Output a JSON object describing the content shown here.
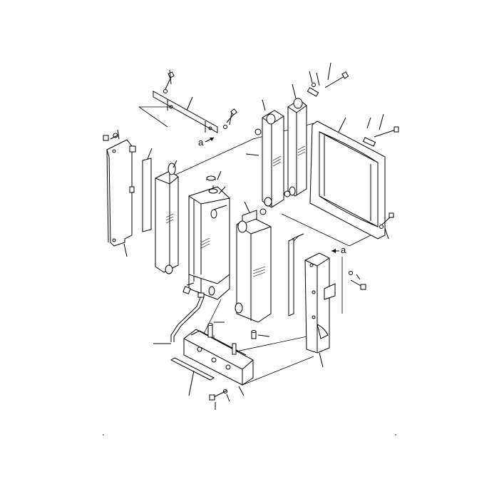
{
  "diagram": {
    "callout_letter": "a"
  },
  "parts": [
    {
      "id": "radiator-core",
      "icon": "radiator-icon"
    },
    {
      "id": "oil-cooler",
      "icon": "oil-cooler-icon"
    },
    {
      "id": "aftercooler",
      "icon": "aftercooler-icon"
    },
    {
      "id": "fuel-cooler-upper",
      "icon": "cooler-icon"
    },
    {
      "id": "condenser",
      "icon": "condenser-icon"
    },
    {
      "id": "fan-shroud",
      "icon": "shroud-icon"
    },
    {
      "id": "side-bracket-left",
      "icon": "bracket-icon"
    },
    {
      "id": "side-bracket-right",
      "icon": "bracket-icon"
    },
    {
      "id": "bottom-frame",
      "icon": "frame-icon"
    },
    {
      "id": "top-stay",
      "icon": "stay-icon"
    },
    {
      "id": "hose",
      "icon": "hose-icon"
    },
    {
      "id": "rubber-strip",
      "icon": "strip-icon"
    }
  ]
}
